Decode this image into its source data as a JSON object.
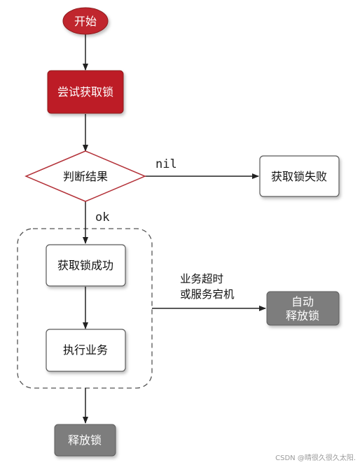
{
  "colors": {
    "start_fill": "#c0272d",
    "try_fill": "#bd1f25",
    "gray_fill": "#7d7d7d",
    "box_stroke": "#5a5a5a",
    "decision_stroke": "#b4333a",
    "line": "#222222",
    "dashed": "#555555"
  },
  "nodes": {
    "start": "开始",
    "try_lock": "尝试获取锁",
    "decision": "判断结果",
    "fail": "获取锁失败",
    "success": "获取锁成功",
    "execute": "执行业务",
    "auto_release_line1": "自动",
    "auto_release_line2": "释放锁",
    "release": "释放锁"
  },
  "edges": {
    "nil": "nil",
    "ok": "ok",
    "timeout_line1": "业务超时",
    "timeout_line2": "或服务宕机"
  },
  "watermark": "CSDN @晴很久很久太阳."
}
